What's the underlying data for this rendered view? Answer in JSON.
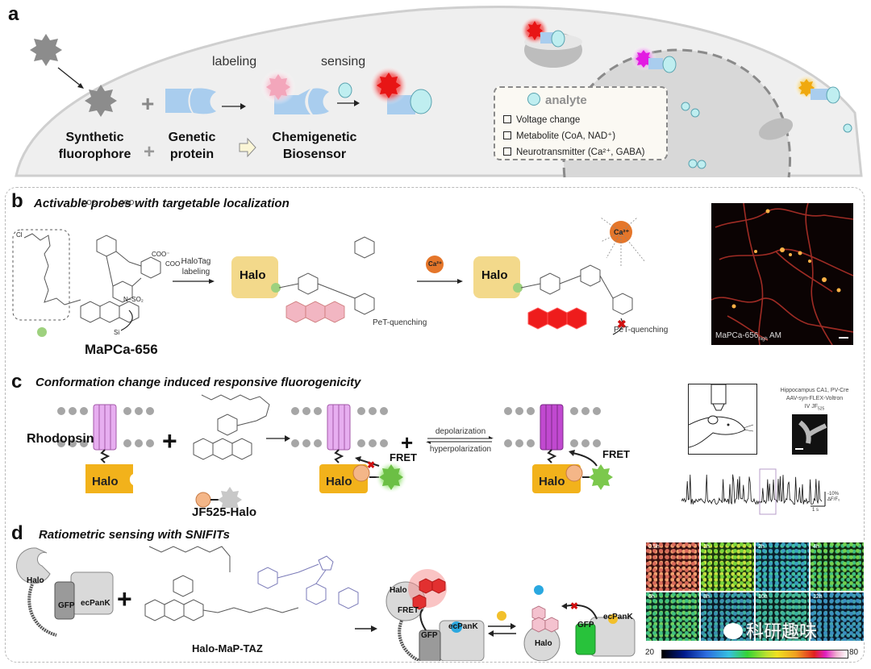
{
  "panel_a": {
    "letter": "a",
    "labeling": "labeling",
    "sensing": "sensing",
    "synthetic": [
      "Synthetic",
      "fluorophore"
    ],
    "genetic": [
      "Genetic",
      "protein"
    ],
    "chemigenetic": [
      "Chemigenetic",
      "Biosensor"
    ],
    "plus": "+",
    "legend": {
      "title": "analyte",
      "items": [
        "Voltage change",
        "Metabolite (CoA, NAD⁺)",
        "Neurotransmitter (Ca²⁺, GABA)"
      ]
    }
  },
  "panel_b": {
    "letter": "b",
    "title": "Activable probes with targetable localization",
    "compound": "MaPCa-656",
    "reaction1": [
      "HaloTag",
      "labeling"
    ],
    "halo": "Halo",
    "ca": "Ca²⁺",
    "pet": "PeT-quenching",
    "chem_labels": {
      "cl": "Cl",
      "o": "O",
      "n": "N",
      "nh": "H",
      "si": "Si",
      "so2": "N–SO₂",
      "coo_top_left": "⁻OOC",
      "coo": "COO⁻"
    },
    "image_caption": "MaPCa-656",
    "image_caption_sub": "high",
    "image_caption_end": "AM"
  },
  "panel_c": {
    "letter": "c",
    "title": "Conformation change induced responsive fluorogenicity",
    "rhodopsin": "Rhodopsin",
    "compound": "JF525-Halo",
    "halo": "Halo",
    "fret": "FRET",
    "depol": "depolarization",
    "hyperpol": "hyperpolarization",
    "plus": "+",
    "inset": [
      "Hippocampus CA1, PV-Cre",
      "AAV-syn-FLEX-Voltron",
      "IV JF"
    ],
    "inset_sub": "525",
    "scale_y": "-10%",
    "scale_y2": "ΔF/F₀",
    "scale_x": "1 s"
  },
  "panel_d": {
    "letter": "d",
    "title": "Ratiometric sensing with SNIFITs",
    "compound": "Halo-MaP-TAZ",
    "halo": "Halo",
    "gfp": "GFP",
    "ecpank": "ecPanK",
    "fret": "FRET",
    "plus": "+",
    "timepoints": [
      "0.5h",
      "1h",
      "2h",
      "4h",
      "6h",
      "8h",
      "10h",
      "12h"
    ],
    "colorbar_min": "20",
    "colorbar_max": "80",
    "watermark": "科研趣味"
  },
  "colors": {
    "cell_bg": "#efefef",
    "protein_blue": "#a9cdee",
    "analyte": "#bfeef0",
    "halo_yellow": "#f3d98b",
    "halo_orange": "#f2b21b",
    "rhodopsin": "#e7aef0",
    "ca_orange": "#e5762a",
    "fluor_red": "#ee1c1c"
  }
}
